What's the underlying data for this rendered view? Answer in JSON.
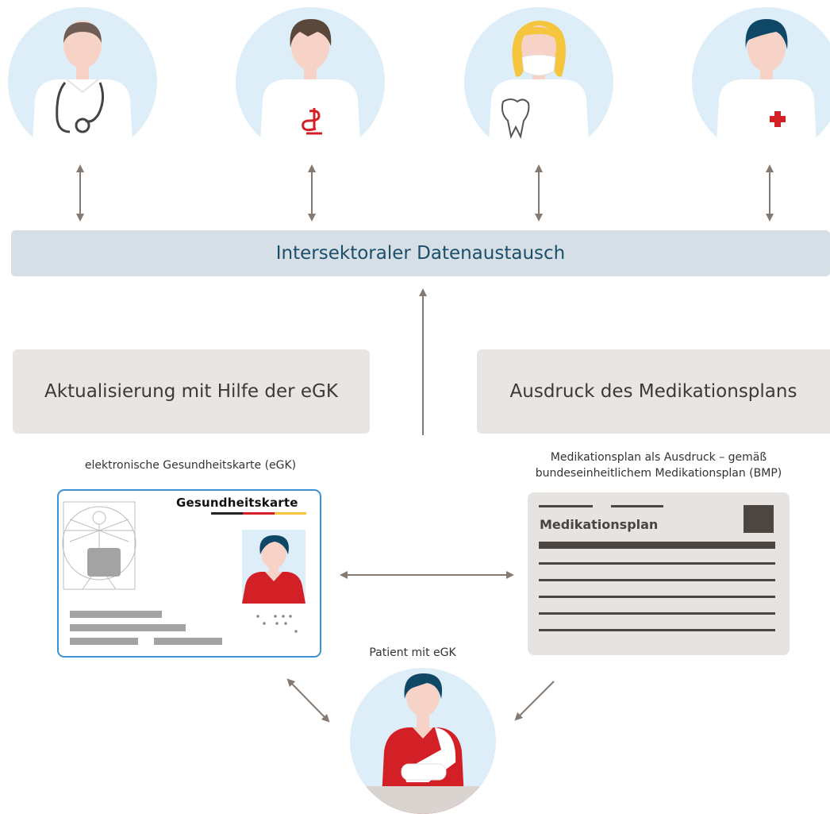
{
  "exchange_label": "Intersektoraler Datenaustausch",
  "left_box_label": "Aktualisierung mit Hilfe der eGK",
  "right_box_label": "Ausdruck des Medikationsplans",
  "egk_caption": "elektronische Gesundheitskarte (eGK)",
  "bmp_caption_line1": "Medikationsplan als Ausdruck – gemäß",
  "bmp_caption_line2": "bundeseinheitlichem Medikationsplan (BMP)",
  "card_title": "Gesundheitskarte",
  "plan_title": "Medikationsplan",
  "patient_caption": "Patient mit eGK",
  "colors": {
    "circle_bg": "#ddeef8",
    "arrow": "#857a72",
    "card_border": "#3a93d0",
    "red": "#d32027",
    "plan_bg": "#e6e3e0",
    "plan_dark": "#4d4540"
  },
  "icons": [
    "doctor-icon",
    "pharmacist-icon",
    "dentist-icon",
    "nurse-icon",
    "patient-icon",
    "stethoscope-icon",
    "pharmacy-symbol-icon",
    "tooth-icon",
    "red-cross-icon",
    "vitruvian-man-icon",
    "chip-icon"
  ]
}
